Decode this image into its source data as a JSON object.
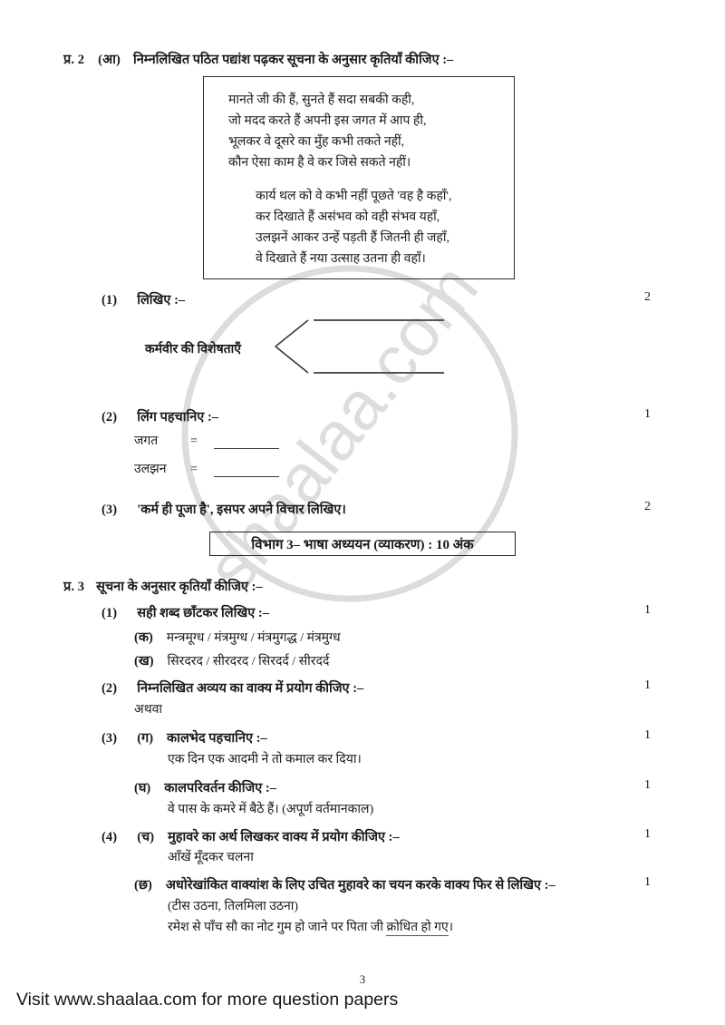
{
  "page": {
    "number": "3",
    "footer_text": "Visit www.shaalaa.com for more question papers",
    "watermark_text": "shaalaa.com",
    "watermark_color": "#d8d8d8"
  },
  "q2": {
    "number": "प्र. 2",
    "part": "(आ)",
    "instruction": "निम्नलिखित पठित पद्यांश पढ़कर सूचना के अनुसार कृतियाँ कीजिए :–",
    "poem": {
      "stanza1": [
        "मानते जी की हैं, सुनते हैं सदा सबकी कही,",
        "जो मदद करते हैं अपनी इस जगत में आप ही,",
        "भूलकर वे दूसरे का मुँह कभी तकते नहीं,",
        "कौन ऐसा काम है वे कर जिसे सकते नहीं।"
      ],
      "stanza2": [
        "कार्य थल को वे कभी नहीं पूछते 'वह है कहाँ',",
        "कर दिखाते हैं असंभव को वही संभव यहाँ,",
        "उलझनें आकर उन्हें पड़ती हैं जितनी ही जहाँ,",
        "वे दिखाते हैं नया उत्साह उतना ही वहाँ।"
      ]
    },
    "items": [
      {
        "label": "(1)",
        "text": "लिखिए :–",
        "marks": "2",
        "diagram_label": "कर्मवीर की विशेषताएँ"
      },
      {
        "label": "(2)",
        "text": "लिंग पहचानिए :–",
        "marks": "1",
        "pairs": [
          {
            "word": "जगत",
            "equals": "="
          },
          {
            "word": "उलझन",
            "equals": "="
          }
        ]
      },
      {
        "label": "(3)",
        "text": "'कर्म ही पूजा है', इसपर अपने विचार लिखिए।",
        "marks": "2"
      }
    ]
  },
  "section_header": "विभाग 3– भाषा अध्ययन (व्याकरण) : 10 अंक",
  "q3": {
    "number": "प्र. 3",
    "instruction": "सूचना के अनुसार कृतियाँ कीजिए :–",
    "items": [
      {
        "label": "(1)",
        "text": "सही शब्द छाँटकर लिखिए :–",
        "marks": "1",
        "options": [
          {
            "label": "(क)",
            "text": "मन्त्रमूग्ध / मंत्रमुग्ध / मंत्रमुगद्ध / मंत्रमुग्ध"
          },
          {
            "label": "(ख)",
            "text": "सिरदरद / सीरदरद / सिरदर्द / सीरदर्द"
          }
        ]
      },
      {
        "label": "(2)",
        "text": "निम्नलिखित अव्यय का वाक्य में प्रयोग कीजिए :–",
        "marks": "1",
        "alt": "अथवा"
      },
      {
        "label": "(3)",
        "sub_label": "(ग)",
        "text": "कालभेद पहचानिए :–",
        "marks": "1",
        "sentence": "एक दिन एक आदमी ने तो कमाल कर दिया।"
      },
      {
        "label": "",
        "sub_label": "(घ)",
        "text": "कालपरिवर्तन कीजिए :–",
        "marks": "1",
        "sentence": "वे पास के कमरे में बैठे हैं। (अपूर्ण वर्तमानकाल)"
      },
      {
        "label": "(4)",
        "sub_label": "(च)",
        "text": "मुहावरे का अर्थ लिखकर वाक्य में प्रयोग कीजिए :–",
        "marks": "1",
        "sentence": "आँखें मूँदकर चलना"
      },
      {
        "label": "",
        "sub_label": "(छ)",
        "text": "अधोरेखांकित वाक्यांश के लिए उचित मुहावरे का चयन करके वाक्य फिर से लिखिए :–",
        "marks": "1",
        "hint": "(टीस उठना, तिलमिला उठना)",
        "sentence_before": "रमेश से पाँच सौ का नोट गुम हो जाने पर पिता जी ",
        "sentence_underlined": "क्रोधित हो गए",
        "sentence_after": "।"
      }
    ]
  }
}
